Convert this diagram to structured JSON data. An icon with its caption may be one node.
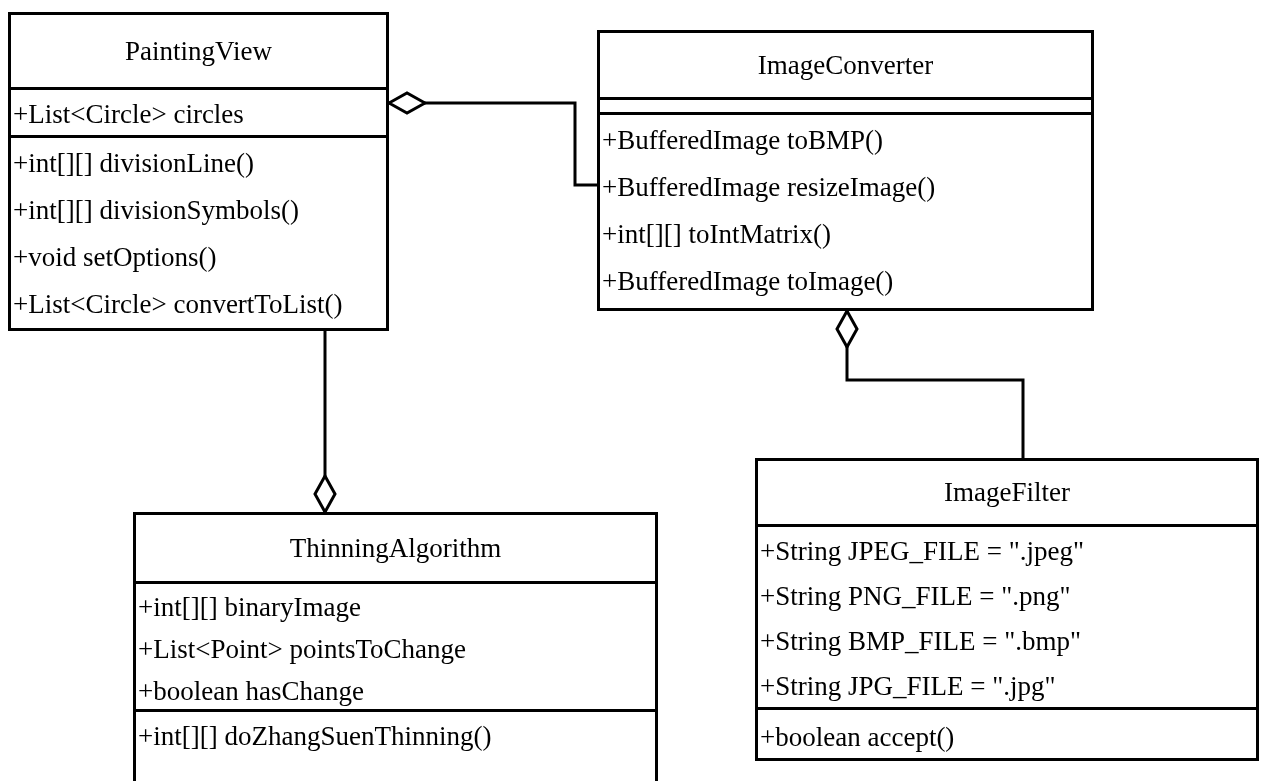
{
  "diagram": {
    "nodes": [
      {
        "text": [
          "PaintingView"
        ]
      },
      {
        "text": [
          "+List<Circle> circles"
        ],
        "in": 0
      },
      {
        "text": [
          "+int[][] divisionLine()",
          "+int[][] divisionSymbols()",
          "+void setOptions()",
          "+List<Circle> convertToList()"
        ],
        "in": 0
      },
      {
        "text": [
          "ImageConverter"
        ]
      },
      {
        "text": [],
        "shape": "box",
        "in": 3
      },
      {
        "text": [
          "+BufferedImage toBMP()",
          "+BufferedImage resizeImage()",
          "+int[][] toIntMatrix()",
          "+BufferedImage toImage()"
        ],
        "in": 3
      },
      {
        "text": [
          "ThinningAlgorithm"
        ]
      },
      {
        "text": [
          "+int[][] binaryImage",
          "+List<Point> pointsToChange",
          "+boolean hasChange"
        ],
        "in": 6
      },
      {
        "text": [
          "+int[][] doZhangSuenThinning()"
        ],
        "in": 6
      },
      {
        "text": [
          "ImageFilter"
        ]
      },
      {
        "text": [
          "+String JPEG_FILE = \".jpeg\"",
          "+String PNG_FILE = \".png\"",
          "+String BMP_FILE = \".bmp\"",
          "+String JPG_FILE = \".jpg\""
        ],
        "in": 9
      },
      {
        "text": [
          "+boolean accept()"
        ],
        "in": 9
      }
    ],
    "edges": [
      {
        "from": 3,
        "to": 0,
        "arrow": "other"
      },
      {
        "from": 0,
        "to": 6,
        "arrow": "other"
      },
      {
        "from": 9,
        "to": 3,
        "arrow": "other"
      }
    ]
  }
}
